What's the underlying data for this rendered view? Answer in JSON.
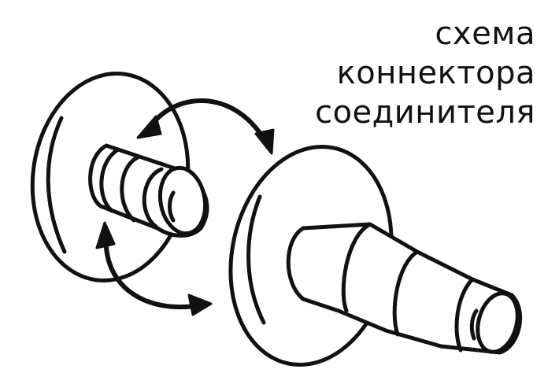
{
  "title": {
    "lines": [
      "схема",
      "коннектора",
      "соединителя"
    ]
  },
  "colors": {
    "ink": "#111111",
    "background": "#ffffff"
  }
}
